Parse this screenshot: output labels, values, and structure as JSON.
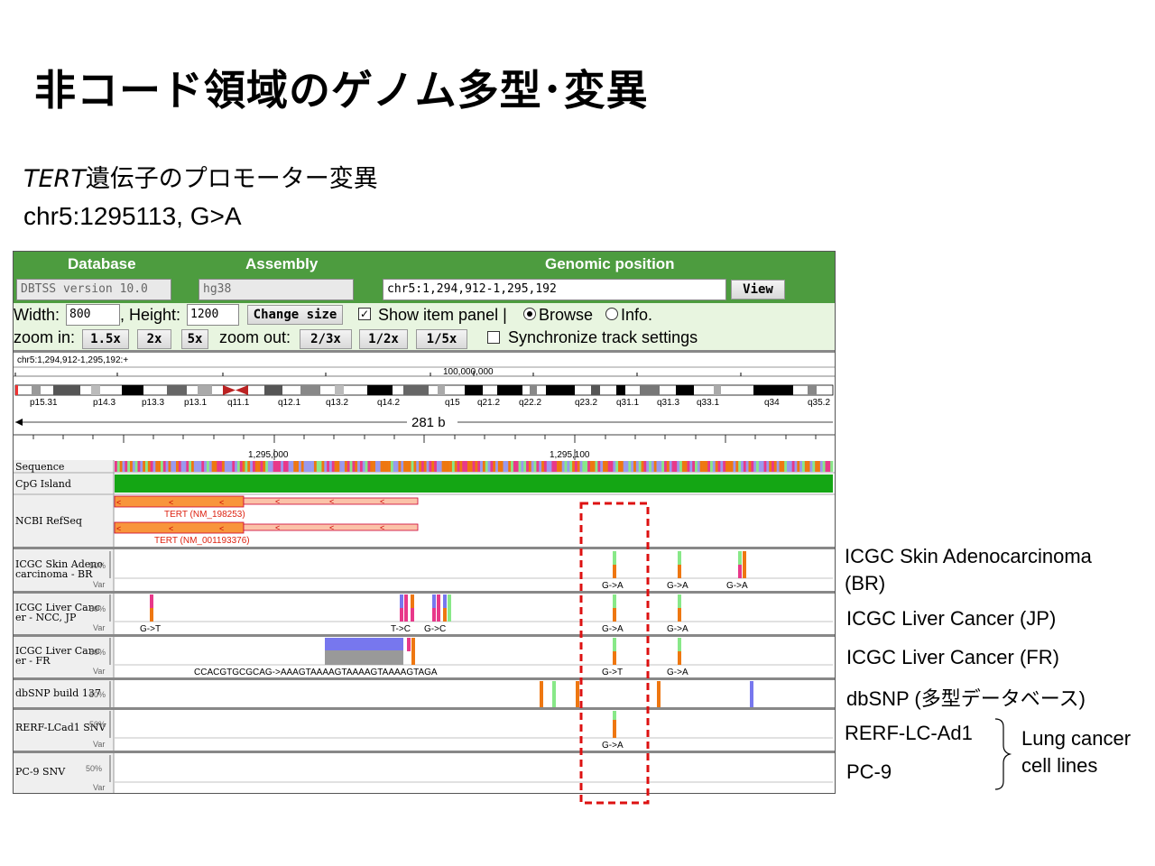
{
  "slide": {
    "title": "非コード領域のゲノム多型･変異",
    "subtitle_gene": "TERT",
    "subtitle_rest": "遺伝子のプロモーター変異",
    "position": "chr5:1295113, G>A"
  },
  "browser": {
    "header": {
      "database": "Database",
      "assembly": "Assembly",
      "genomic_position": "Genomic position"
    },
    "inputs": {
      "database_value": "DBTSS version 10.0",
      "assembly_value": "hg38",
      "position_value": "chr5:1,294,912-1,295,192",
      "view_button": "View"
    },
    "controls": {
      "width_label": "Width:",
      "width_value": "800",
      "height_label": ", Height:",
      "height_value": "1200",
      "change_size_button": "Change size",
      "show_item_panel": "Show item panel |",
      "browse": "Browse",
      "info": "Info.",
      "zoom_in_label": "zoom in:",
      "zoom_in_buttons": [
        "1.5x",
        "2x",
        "5x"
      ],
      "zoom_out_label": "zoom out:",
      "zoom_out_buttons": [
        "2/3x",
        "1/2x",
        "1/5x"
      ],
      "sync_label": "Synchronize track settings"
    },
    "ideogram": {
      "coord_label": "chr5:1,294,912-1,295,192:+",
      "marker": "100,000,000",
      "bands": [
        "p15.31",
        "p14.3",
        "p13.3",
        "p13.1",
        "q11.1",
        "q12.1",
        "q13.2",
        "q14.2",
        "q15",
        "q21.2",
        "q22.2",
        "q23.2",
        "q31.1",
        "q31.3",
        "q33.1",
        "q34",
        "q35.2"
      ],
      "span": "281 b",
      "ruler_ticks": [
        "1,295,000",
        "1,295,100"
      ]
    },
    "tracks": {
      "sequence": "Sequence",
      "cpg": "CpG Island",
      "refseq": "NCBI RefSeq",
      "refseq_gene1": "TERT (NM_198253)",
      "refseq_gene2": "TERT (NM_001193376)",
      "skin_label_1": "ICGC Skin Adeno",
      "skin_label_2": "carcinoma - BR",
      "liver_jp_label_1": "ICGC Liver Canc",
      "liver_jp_label_2": "er - NCC, JP",
      "liver_fr_label_1": "ICGC Liver Canc",
      "liver_fr_label_2": "er - FR",
      "dbsnp_label": "dbSNP build 137",
      "rerf_label": "RERF-LCad1 SNV",
      "pc9_label": "PC-9 SNV",
      "pct_50": "50%",
      "var": "Var",
      "skin_calls": [
        "G->A",
        "G->A",
        "G->A"
      ],
      "liver_jp_calls": [
        "G->T",
        "T->C",
        "G->C",
        "G->A",
        "G->A"
      ],
      "liver_fr_seq": "CCACGTGCGCAG->AAAGTAAAAGTAAAAGTAAAAGTAGA",
      "liver_fr_calls": [
        "G->T",
        "G->A"
      ],
      "rerf_calls": [
        "G->A"
      ]
    }
  },
  "side_labels": {
    "skin_1": "ICGC Skin Adenocarcinoma",
    "skin_2": "(BR)",
    "liver_jp": "ICGC Liver Cancer (JP)",
    "liver_fr": "ICGC Liver Cancer (FR)",
    "dbsnp": "dbSNP (多型データベース)",
    "rerf": "RERF-LC-Ad1",
    "pc9": "PC-9",
    "lung_1": "Lung cancer",
    "lung_2": "cell lines"
  },
  "colors": {
    "header_green": "#4d9c3f",
    "panel_green": "#e8f5e0",
    "cpg_green": "#14a614",
    "refseq_orange": "#f8953c",
    "highlight_red": "#dd1111",
    "var_orange": "#ee7711",
    "var_green": "#88e888",
    "var_pink": "#e8388a",
    "var_blue": "#7777ee"
  }
}
